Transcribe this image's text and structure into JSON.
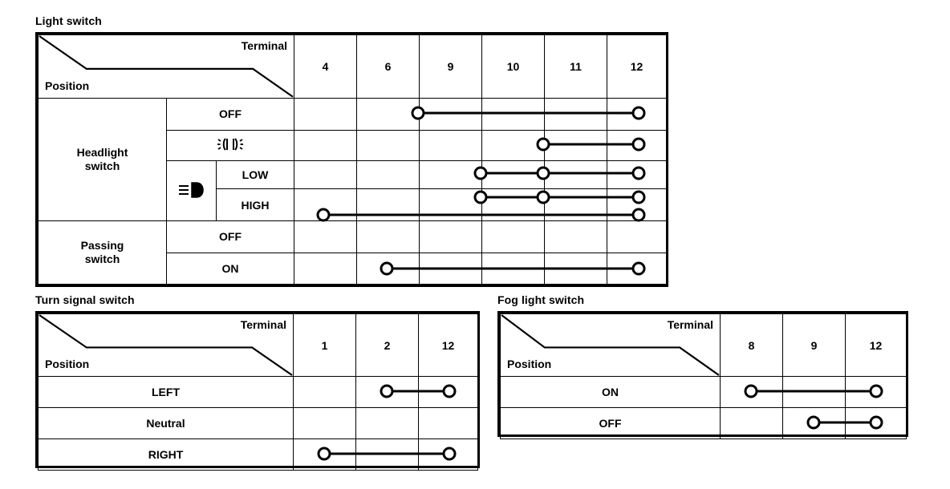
{
  "page": {
    "background": "#ffffff",
    "line_color": "#000000",
    "node_fill": "#ffffff"
  },
  "header_labels": {
    "terminal": "Terminal",
    "position": "Position"
  },
  "tables": [
    {
      "id": "light-switch",
      "caption": "Light switch",
      "terminals": [
        "4",
        "6",
        "9",
        "10",
        "11",
        "12"
      ],
      "groups": [
        {
          "name": "Headlight switch",
          "rows": [
            {
              "label": "OFF",
              "icon": null,
              "sublabel": null,
              "connections": [
                [
                  "9",
                  "12"
                ]
              ]
            },
            {
              "label": null,
              "icon": "position-lamp-icon",
              "sublabel": null,
              "connections": [
                [
                  "11",
                  "12"
                ]
              ]
            },
            {
              "label": null,
              "icon": "headlamp-icon",
              "sublabel": "LOW",
              "connections": [
                [
                  "10",
                  "11",
                  "12"
                ]
              ]
            },
            {
              "label": null,
              "icon": "headlamp-icon",
              "sublabel": "HIGH",
              "connections": [
                [
                  "10",
                  "11",
                  "12"
                ],
                [
                  "4",
                  "12"
                ]
              ]
            }
          ]
        },
        {
          "name": "Passing switch",
          "rows": [
            {
              "label": "OFF",
              "icon": null,
              "sublabel": null,
              "connections": []
            },
            {
              "label": "ON",
              "icon": null,
              "sublabel": null,
              "connections": [
                [
                  "6",
                  "12"
                ]
              ]
            }
          ]
        }
      ]
    },
    {
      "id": "turn-signal-switch",
      "caption": "Turn signal switch",
      "terminals": [
        "1",
        "2",
        "12"
      ],
      "groups": [
        {
          "name": null,
          "rows": [
            {
              "label": "LEFT",
              "icon": null,
              "sublabel": null,
              "connections": [
                [
                  "2",
                  "12"
                ]
              ]
            },
            {
              "label": "Neutral",
              "icon": null,
              "sublabel": null,
              "connections": []
            },
            {
              "label": "RIGHT",
              "icon": null,
              "sublabel": null,
              "connections": [
                [
                  "1",
                  "12"
                ]
              ]
            }
          ]
        }
      ]
    },
    {
      "id": "fog-light-switch",
      "caption": "Fog light switch",
      "terminals": [
        "8",
        "9",
        "12"
      ],
      "groups": [
        {
          "name": null,
          "rows": [
            {
              "label": "ON",
              "icon": null,
              "sublabel": null,
              "connections": [
                [
                  "8",
                  "12"
                ]
              ]
            },
            {
              "label": "OFF",
              "icon": null,
              "sublabel": null,
              "connections": [
                [
                  "9",
                  "12"
                ]
              ]
            }
          ]
        }
      ]
    }
  ]
}
